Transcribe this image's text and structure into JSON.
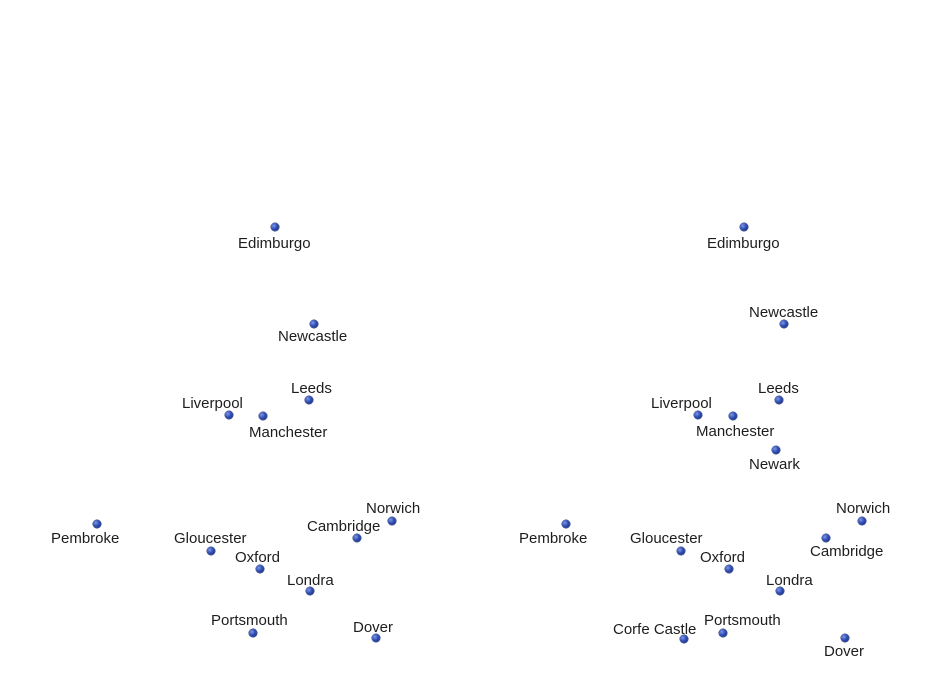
{
  "maps": [
    {
      "name": "map-left",
      "cities": [
        {
          "name": "Edimburgo"
        },
        {
          "name": "Newcastle"
        },
        {
          "name": "Leeds"
        },
        {
          "name": "Liverpool"
        },
        {
          "name": "Manchester"
        },
        {
          "name": "Pembroke"
        },
        {
          "name": "Gloucester"
        },
        {
          "name": "Oxford"
        },
        {
          "name": "Cambridge"
        },
        {
          "name": "Norwich"
        },
        {
          "name": "Londra"
        },
        {
          "name": "Portsmouth"
        },
        {
          "name": "Dover"
        }
      ]
    },
    {
      "name": "map-right",
      "cities": [
        {
          "name": "Edimburgo"
        },
        {
          "name": "Newcastle"
        },
        {
          "name": "Leeds"
        },
        {
          "name": "Liverpool"
        },
        {
          "name": "Manchester"
        },
        {
          "name": "Newark"
        },
        {
          "name": "Pembroke"
        },
        {
          "name": "Gloucester"
        },
        {
          "name": "Oxford"
        },
        {
          "name": "Norwich"
        },
        {
          "name": "Cambridge"
        },
        {
          "name": "Londra"
        },
        {
          "name": "Portsmouth"
        },
        {
          "name": "Corfe Castle"
        },
        {
          "name": "Dover"
        }
      ]
    }
  ],
  "colors": {
    "marker": "#2e4db3",
    "label": "#1d1d1d",
    "background": "#ffffff"
  }
}
